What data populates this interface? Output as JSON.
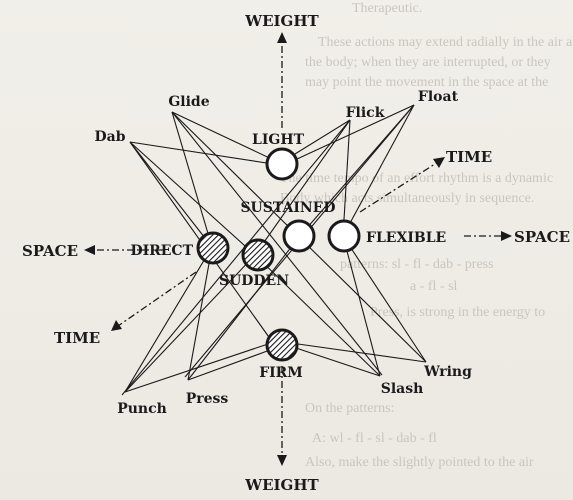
{
  "axes": {
    "weight_top": "WEIGHT",
    "weight_bottom": "WEIGHT",
    "time_right": "TIME",
    "time_left": "TIME",
    "space_left": "SPACE",
    "space_right": "SPACE"
  },
  "qualities": {
    "light": "LIGHT",
    "sustained": "SUSTAINED",
    "direct": "DIRECT",
    "sudden": "SUDDEN",
    "flexible": "FLEXIBLE",
    "firm": "FIRM"
  },
  "efforts": {
    "glide": "Glide",
    "flick": "Flick",
    "float": "Float",
    "dab": "Dab",
    "punch": "Punch",
    "press": "Press",
    "slash": "Slash",
    "wring": "Wring"
  },
  "background_text": [
    "Therapeutic.",
    "These actions may extend radially in the air around",
    "the body; when they are interrupted, or they",
    "may point the movement in the space at the",
    "The time tempo of an effort rhythm is a dynamic",
    "Body which acts simultaneously in sequence.",
    "patterns: sl - fl - dab - press",
    "a - fl - sl",
    "Press, is strong in the energy to",
    "On the patterns:",
    "A: wl - fl - sl - dab - fl",
    "Also, make the slightly pointed to the air"
  ]
}
